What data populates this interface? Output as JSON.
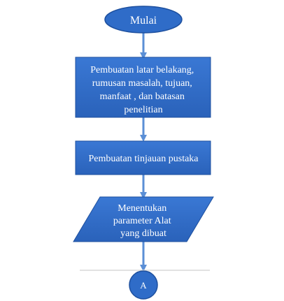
{
  "diagram": {
    "nodes": {
      "start": {
        "label": "Mulai"
      },
      "step1": {
        "lines": [
          "Pembuatan latar belakang,",
          "rumusan masalah, tujuan,",
          "manfaat , dan batasan",
          "penelitian"
        ]
      },
      "step2": {
        "label": "Pembuatan tinjauan pustaka"
      },
      "step3": {
        "lines": [
          "Menentukan",
          "parameter Alat",
          "yang dibuat"
        ]
      },
      "connector": {
        "label": "A"
      }
    },
    "colors": {
      "node_fill": "#2f6cc8",
      "node_stroke": "#1d4f9e",
      "arrow": "#5b8fd6",
      "divider": "#d9d9d9"
    }
  }
}
